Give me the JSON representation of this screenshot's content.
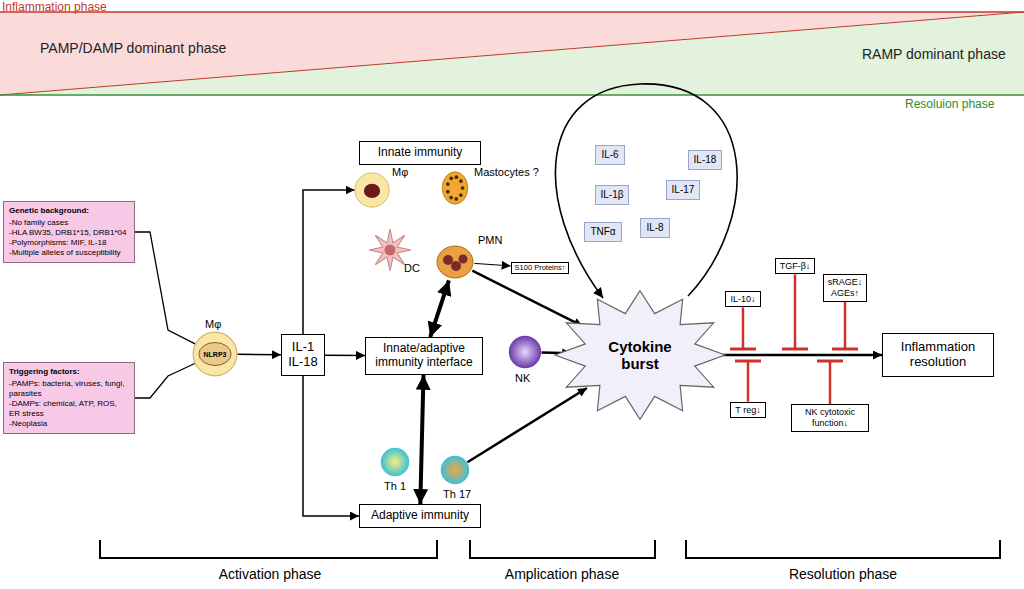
{
  "diagram": {
    "nodes": [
      {
        "text": [
          "Genetic background:",
          "-No family cases",
          "-HLA BW35, DRB1*15, DRB1*04",
          "-Polymorphisms: MIF, IL-18",
          "-Multiple alleles of susceptibility"
        ]
      },
      {
        "text": [
          "Triggering factors:",
          "-PAMPs: bacteria, viruses, fungi, parasites",
          "-DAMPs: chemical, ATP, ROS, ER stress",
          "-Neoplasia"
        ]
      },
      {
        "text": [
          "Mφ",
          "NLRP3"
        ]
      },
      {
        "text": [
          "IL-1 IL-18"
        ]
      },
      {
        "text": [
          "Innate immunity"
        ]
      },
      {
        "text": [
          "Mφ"
        ]
      },
      {
        "text": [
          "Mastocytes ?"
        ]
      },
      {
        "text": [
          "DC"
        ]
      },
      {
        "text": [
          "PMN"
        ]
      },
      {
        "text": [
          "S100 Proteins↑"
        ]
      },
      {
        "text": [
          "TNFα"
        ]
      },
      {
        "text": [
          "IL-6"
        ]
      },
      {
        "text": [
          "IL-1β"
        ]
      },
      {
        "text": [
          "IL-8"
        ]
      },
      {
        "text": [
          "IL-17"
        ]
      },
      {
        "text": [
          "IL-18"
        ]
      },
      {
        "text": [
          "Innate/adaptive immunity interface"
        ]
      },
      {
        "text": [
          "NK"
        ]
      },
      {
        "text": [
          "Cytokine burst"
        ]
      },
      {
        "text": [
          "Th 1"
        ]
      },
      {
        "text": [
          "Th 17"
        ]
      },
      {
        "text": [
          "Adaptive immunity"
        ]
      },
      {
        "text": [
          "TGF-β↓"
        ]
      },
      {
        "text": [
          "IL-10↓"
        ]
      },
      {
        "text": [
          "sRAGE↓",
          "AGEs↑"
        ]
      },
      {
        "text": [
          "T reg↓"
        ]
      },
      {
        "text": [
          "NK cytotoxic function↓"
        ]
      },
      {
        "text": [
          "Inflammation resolution"
        ]
      }
    ],
    "edges": [
      {
        "from": 0,
        "to": 2,
        "arrow": "none"
      },
      {
        "from": 1,
        "to": 2,
        "arrow": "none"
      },
      {
        "from": 2,
        "to": 3,
        "arrow": "to"
      },
      {
        "from": 3,
        "to": 5,
        "arrow": "to"
      },
      {
        "from": 3,
        "to": 16,
        "arrow": "to"
      },
      {
        "from": 3,
        "to": 21,
        "arrow": "to"
      },
      {
        "from": 16,
        "to": 8,
        "arrow": "both"
      },
      {
        "from": 16,
        "to": 21,
        "arrow": "both"
      },
      {
        "from": 8,
        "to": 9,
        "arrow": "to"
      },
      {
        "from": 8,
        "to": 18,
        "arrow": "to"
      },
      {
        "from": 17,
        "to": 18,
        "arrow": "to"
      },
      {
        "from": 20,
        "to": 18,
        "arrow": "to"
      },
      {
        "from": 18,
        "to": 27,
        "arrow": "to"
      }
    ],
    "labels": [
      "Inflammation phase",
      "PAMP/DAMP dominant phase",
      "RAMP dominant phase",
      "Resoluion phase",
      "Activation phase",
      "Amplication phase",
      "Resolution phase"
    ]
  }
}
